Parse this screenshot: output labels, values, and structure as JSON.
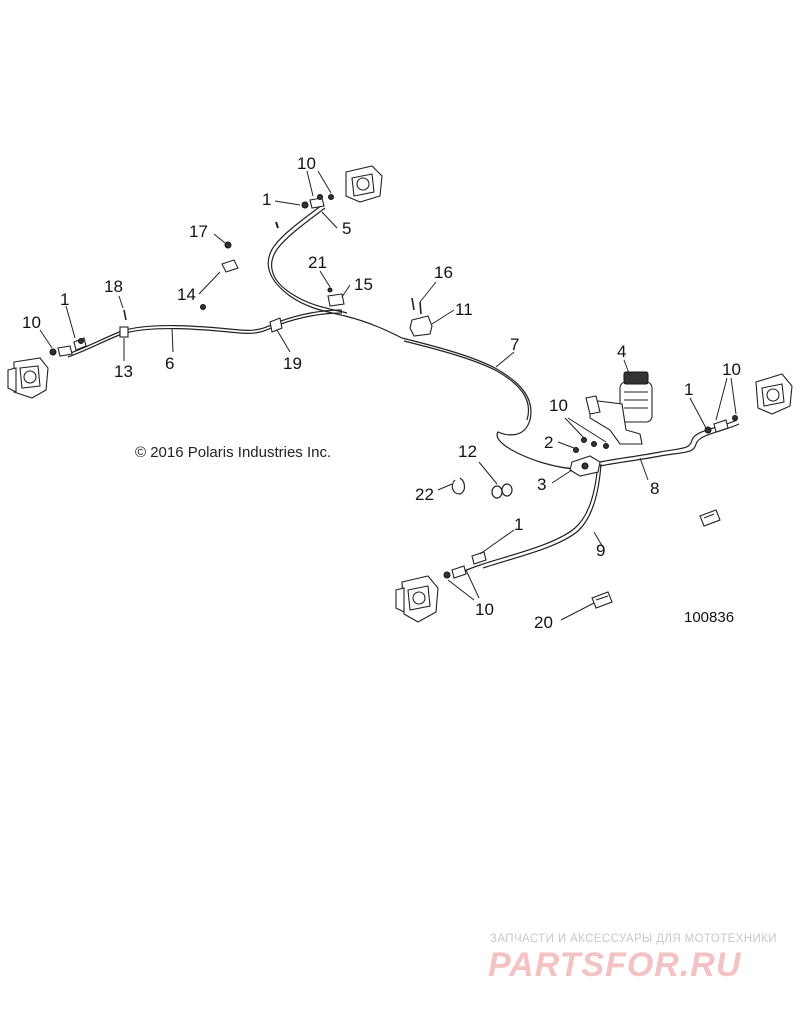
{
  "labels": {
    "l1a": "1",
    "l1b": "1",
    "l1c": "1",
    "l1d": "1",
    "l2": "2",
    "l3": "3",
    "l4": "4",
    "l5": "5",
    "l6": "6",
    "l7": "7",
    "l8": "8",
    "l9": "9",
    "l10a": "10",
    "l10b": "10",
    "l10c": "10",
    "l10d": "10",
    "l10e": "10",
    "l11": "11",
    "l12": "12",
    "l13": "13",
    "l14": "14",
    "l15": "15",
    "l16": "16",
    "l17": "17",
    "l18": "18",
    "l19": "19",
    "l20": "20",
    "l21": "21",
    "l22": "22"
  },
  "copyright": "© 2016 Polaris Industries Inc.",
  "diagram_code": "100836",
  "watermark": {
    "tagline": "ЗАПЧАСТИ И АКСЕССУАРЫ ДЛЯ МОТОТЕХНИКИ",
    "logo": "PARTSFOR.RU",
    "color": "#e88a8a"
  }
}
